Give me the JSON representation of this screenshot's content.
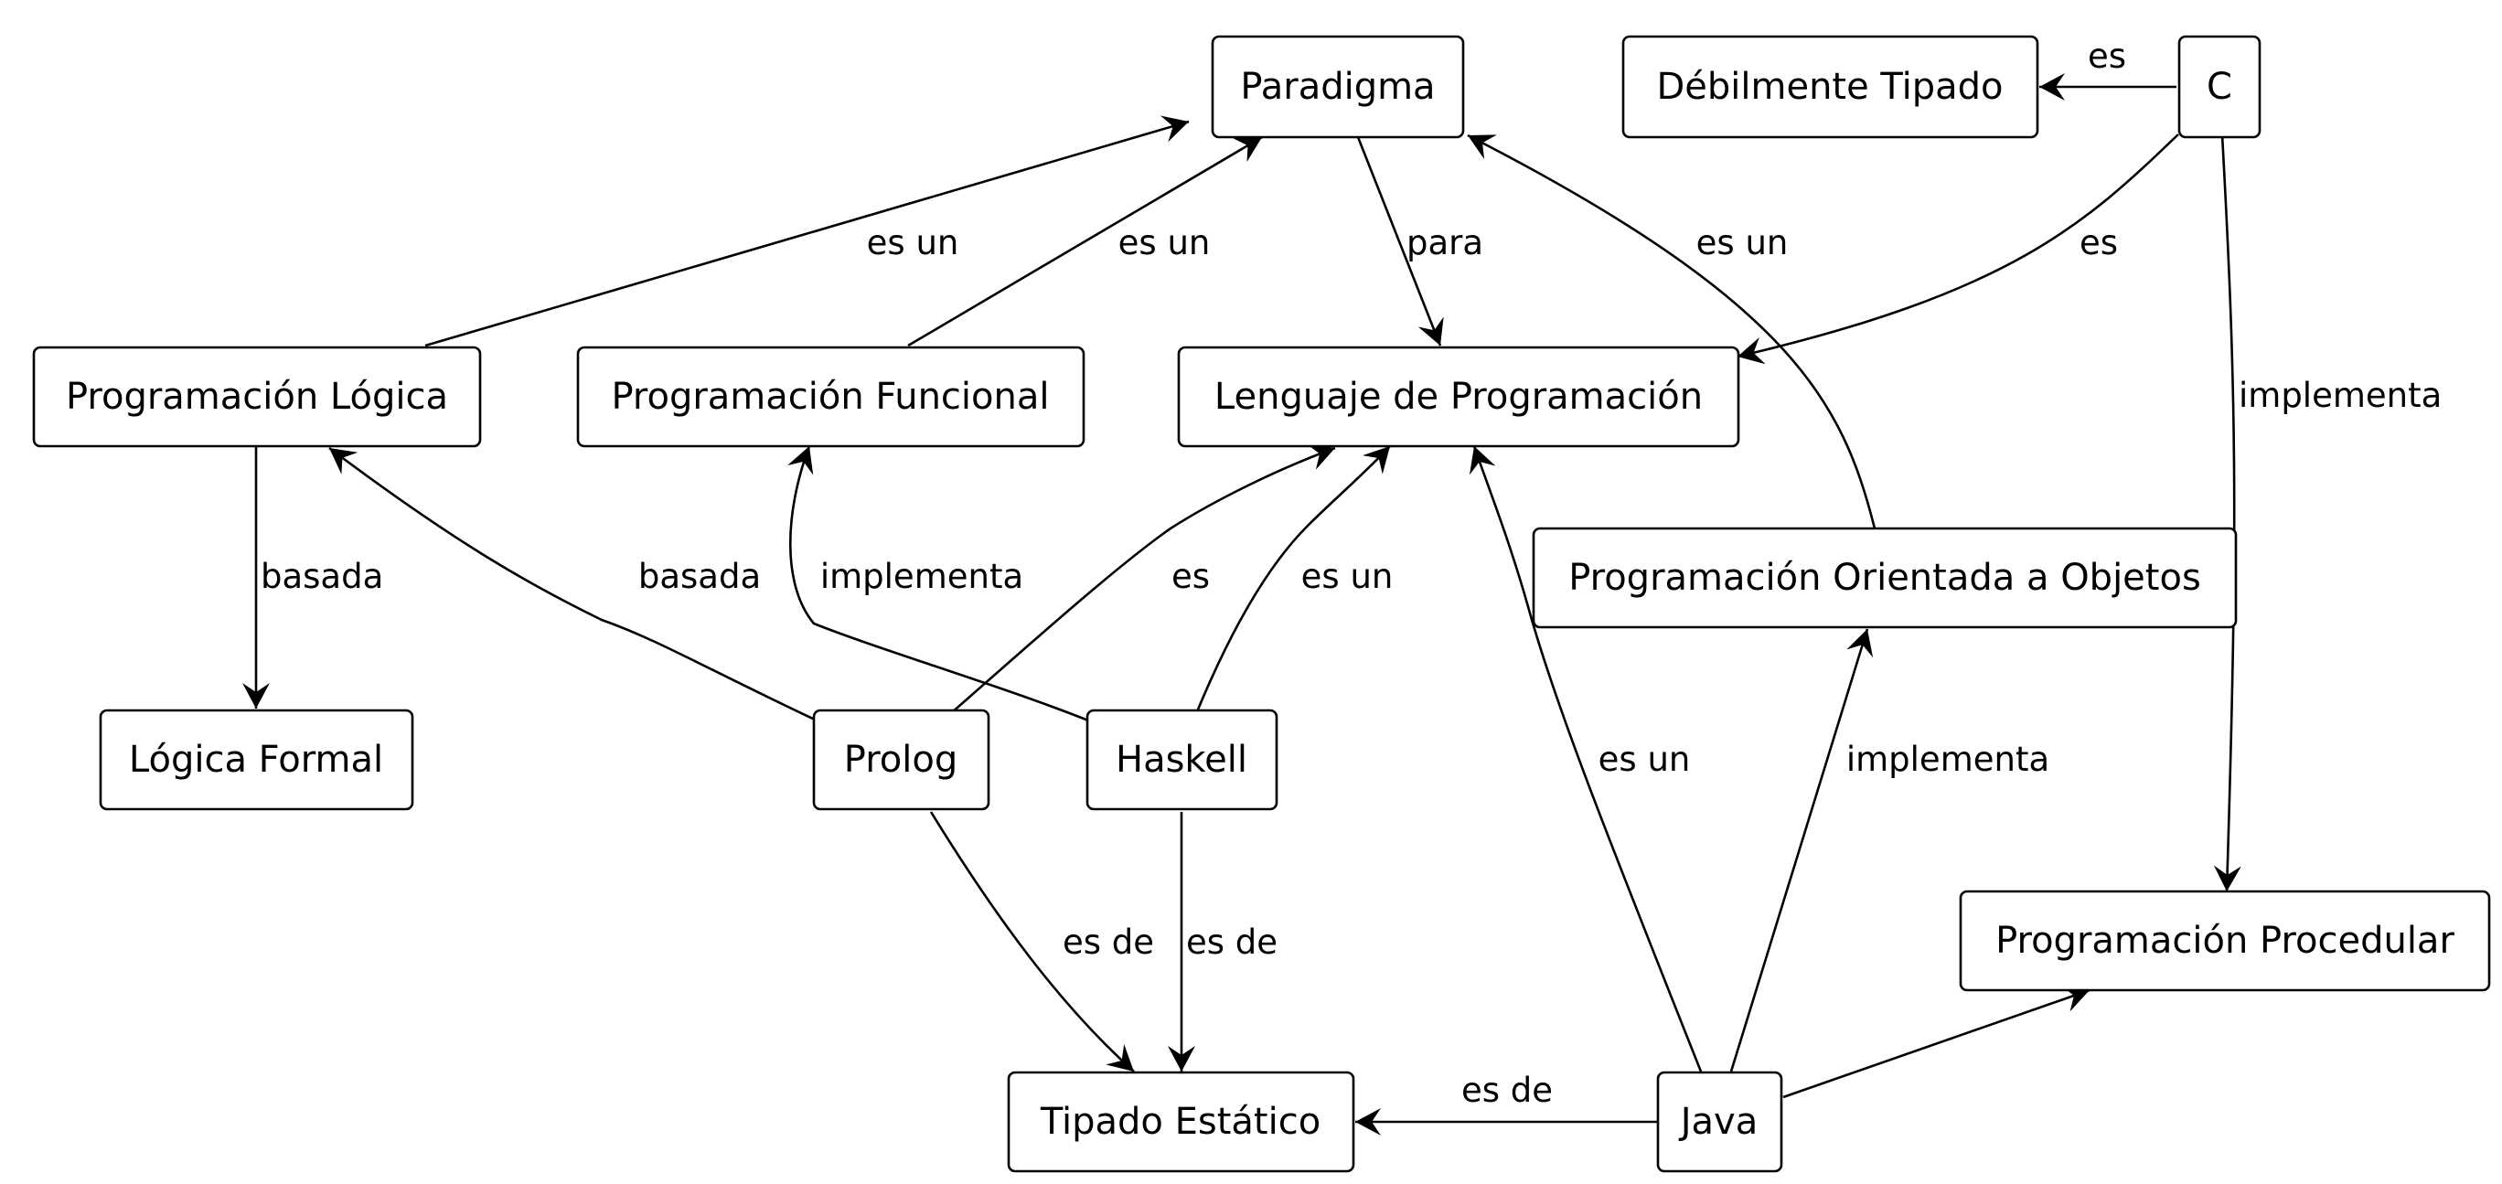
{
  "nodes": {
    "paradigma": "Paradigma",
    "debilmente": "Débilmente Tipado",
    "c": "C",
    "prog_logica": "Programación Lógica",
    "prog_funcional": "Programación Funcional",
    "lenguaje": "Lenguaje de Programación",
    "poo": "Programación Orientada a Objetos",
    "logica_formal": "Lógica Formal",
    "prolog": "Prolog",
    "haskell": "Haskell",
    "prog_procedural": "Programación Procedular",
    "tipado_estatico": "Tipado Estático",
    "java": "Java"
  },
  "edges": [
    {
      "id": "c-debilmente",
      "from": "C",
      "to": "Débilmente Tipado",
      "label": "es"
    },
    {
      "id": "logica-paradigma",
      "from": "Programación Lógica",
      "to": "Paradigma",
      "label": "es un"
    },
    {
      "id": "funcional-paradigma",
      "from": "Programación Funcional",
      "to": "Paradigma",
      "label": "es un"
    },
    {
      "id": "paradigma-lenguaje",
      "from": "Paradigma",
      "to": "Lenguaje de Programación",
      "label": "para"
    },
    {
      "id": "poo-paradigma",
      "from": "Programación Orientada a Objetos",
      "to": "Paradigma",
      "label": "es un"
    },
    {
      "id": "c-lenguaje",
      "from": "C",
      "to": "Lenguaje de Programación",
      "label": "es"
    },
    {
      "id": "c-procedural",
      "from": "C",
      "to": "Programación Procedular",
      "label": "implementa"
    },
    {
      "id": "logica-formal",
      "from": "Programación Lógica",
      "to": "Lógica Formal",
      "label": "basada"
    },
    {
      "id": "prolog-logica",
      "from": "Prolog",
      "to": "Programación Lógica",
      "label": "basada"
    },
    {
      "id": "haskell-funcional",
      "from": "Haskell",
      "to": "Programación Funcional",
      "label": "implementa"
    },
    {
      "id": "prolog-lenguaje",
      "from": "Prolog",
      "to": "Lenguaje de Programación",
      "label": "es"
    },
    {
      "id": "haskell-lenguaje",
      "from": "Haskell",
      "to": "Lenguaje de Programación",
      "label": "es un"
    },
    {
      "id": "java-lenguaje",
      "from": "Java",
      "to": "Lenguaje de Programación",
      "label": "es un"
    },
    {
      "id": "java-poo",
      "from": "Java",
      "to": "Programación Orientada a Objetos",
      "label": "implementa"
    },
    {
      "id": "prolog-tipado",
      "from": "Prolog",
      "to": "Tipado Estático",
      "label": "es de"
    },
    {
      "id": "haskell-tipado",
      "from": "Haskell",
      "to": "Tipado Estático",
      "label": "es de"
    },
    {
      "id": "java-tipado",
      "from": "Java",
      "to": "Tipado Estático",
      "label": "es de"
    },
    {
      "id": "java-procedural",
      "from": "Java",
      "to": "Programación Procedular",
      "label": ""
    }
  ]
}
